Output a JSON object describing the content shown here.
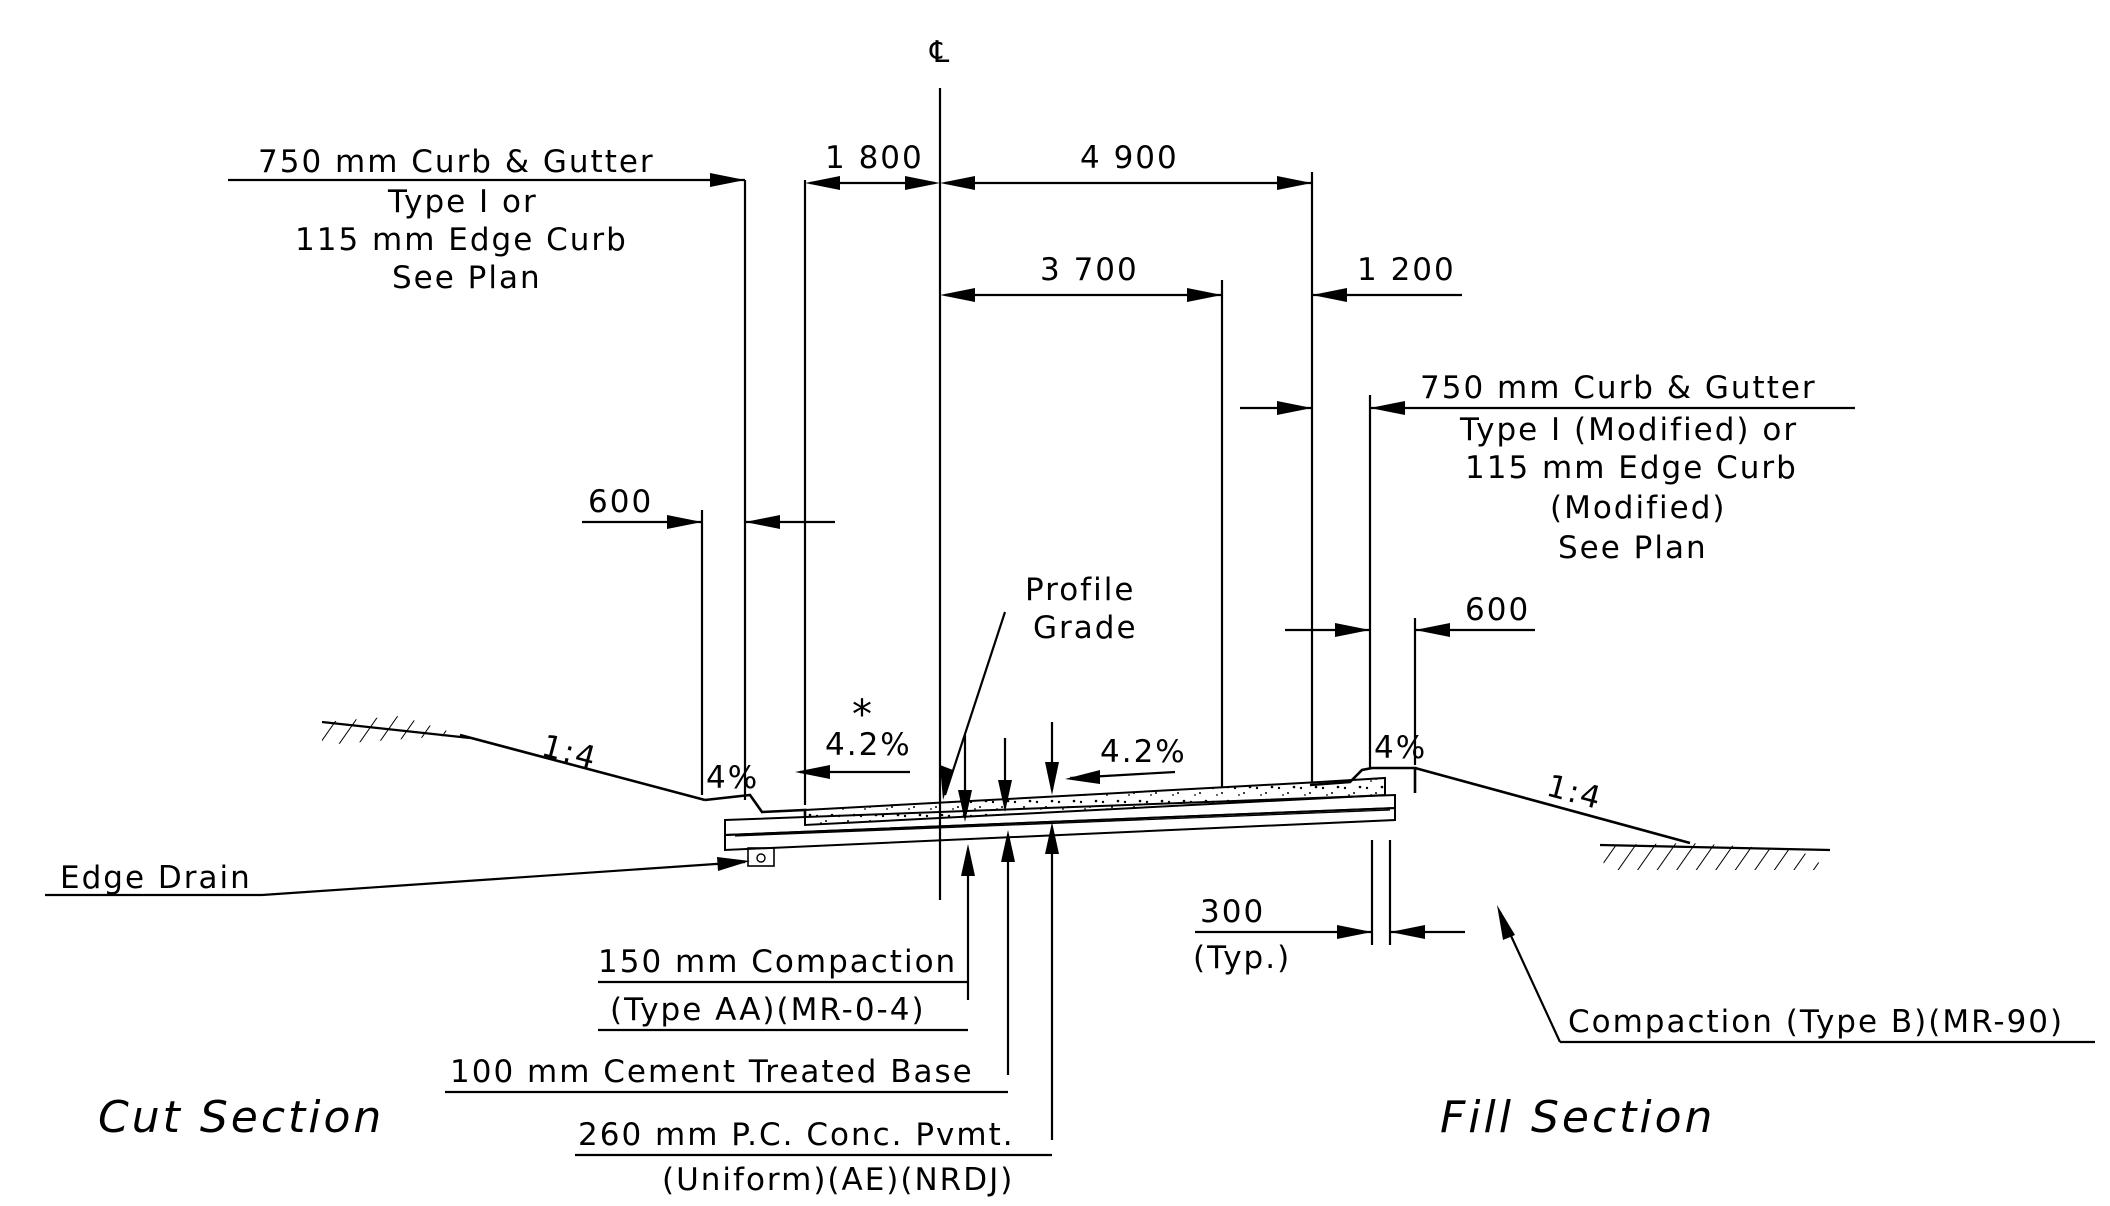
{
  "baseline_symbol": "℄",
  "dimensions": {
    "d1800": "1 800",
    "d4900": "4 900",
    "d3700": "3 700",
    "d1200": "1 200",
    "d600_left": "600",
    "d600_right": "600",
    "d300": "300",
    "d300_note": "(Typ.)"
  },
  "left_curb_note": [
    "750 mm Curb & Gutter",
    "Type I or",
    "115 mm Edge Curb",
    "See Plan"
  ],
  "right_curb_note": [
    "750 mm Curb & Gutter",
    "Type I (Modified) or",
    "115 mm Edge Curb",
    "(Modified)",
    "See Plan"
  ],
  "profile_grade": [
    "Profile",
    "Grade"
  ],
  "slopes": {
    "left_side_slope": "1:4",
    "right_side_slope": "1:4",
    "left_gutter": "4%",
    "right_gutter": "4%",
    "left_cross": "4.2%",
    "right_cross": "4.2%",
    "asterisk": "*"
  },
  "callouts": {
    "edge_drain": "Edge Drain",
    "compaction_aa_1": "150 mm Compaction",
    "compaction_aa_2": "(Type AA)(MR-0-4)",
    "ctb": "100 mm Cement Treated Base",
    "pcc_1": "260 mm P.C. Conc. Pvmt.",
    "pcc_2": "(Uniform)(AE)(NRDJ)",
    "compaction_b": "Compaction (Type B)(MR-90)"
  },
  "section_titles": {
    "cut": "Cut Section",
    "fill": "Fill Section"
  }
}
